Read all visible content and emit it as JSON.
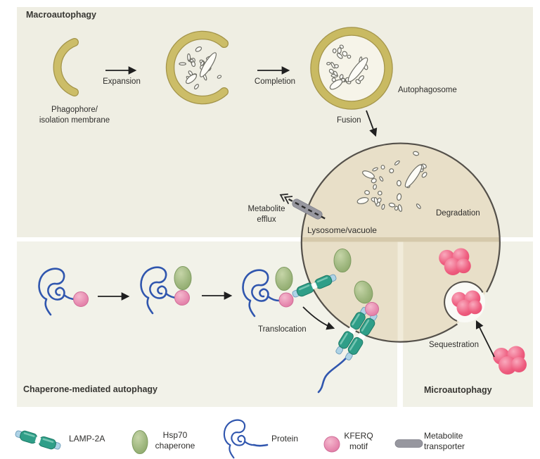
{
  "macro": {
    "title": "Macroautophagy",
    "phagophore_line1": "Phagophore/",
    "phagophore_line2": "isolation membrane",
    "expansion": "Expansion",
    "completion": "Completion",
    "autophagosome": "Autophagosome",
    "fusion": "Fusion"
  },
  "lysosome": {
    "name": "Lysosome/vacuole",
    "degradation": "Degradation",
    "efflux_line1": "Metabolite",
    "efflux_line2": "efflux"
  },
  "cma": {
    "title": "Chaperone-mediated autophagy",
    "translocation": "Translocation"
  },
  "micro": {
    "title": "Microautophagy",
    "sequestration": "Sequestration"
  },
  "legend": {
    "lamp2a": "LAMP-2A",
    "hsp70_line1": "Hsp70",
    "hsp70_line2": "chaperone",
    "protein": "Protein",
    "kferq_line1": "KFERQ",
    "kferq_line2": "motif",
    "transporter_line1": "Metabolite",
    "transporter_line2": "transporter"
  },
  "icons": {
    "membrane": "phagophore-membrane-icon",
    "autophagosome": "autophagosome-icon",
    "lysosome": "lysosome-vacuole-icon",
    "lamp2a": "lamp2a-receptor-icon",
    "hsp70": "hsp70-chaperone-icon",
    "protein": "protein-squiggle-icon",
    "kferq": "kferq-motif-icon",
    "transporter": "metabolite-transporter-icon",
    "cargo": "cargo-blob-icon",
    "efflux": "efflux-chevrons-icon"
  },
  "colors": {
    "membrane_olive": "#c6b75f",
    "lysosome_fill": "#e8dfc8",
    "protein_blue": "#3056ae",
    "kferq_pink": "#e583ab",
    "hsp70_green": "#93ad73",
    "lamp2a_teal": "#2f9e88",
    "cargo_pink": "#ee5d7f",
    "transporter_gray": "#97979f"
  }
}
